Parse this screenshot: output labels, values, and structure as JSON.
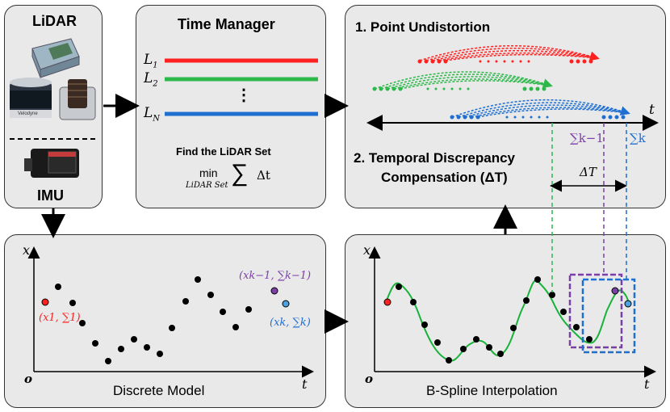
{
  "sensor_panel": {
    "lidar_label": "LiDAR",
    "imu_label": "IMU",
    "velodyne_text": "Velodyne"
  },
  "time_manager": {
    "title": "Time Manager",
    "lines": [
      {
        "label": "L",
        "sub": "1",
        "color": "#ff2020"
      },
      {
        "label": "L",
        "sub": "2",
        "color": "#2db84a"
      },
      {
        "label": "L",
        "sub": "N",
        "color": "#1f6fd1"
      }
    ],
    "ellipsis": "⋮",
    "find_text": "Find the LiDAR Set",
    "min_word": "min",
    "min_sub": "LiDAR Set",
    "sum_sym": "∑",
    "delta_t": "Δt"
  },
  "undistortion": {
    "title1": "1. Point Undistortion",
    "title2a": "2. Temporal Discrepancy",
    "title2b": "Compensation (ΔT)",
    "t_axis": "t",
    "sigma_km1": "∑k−1",
    "sigma_k": "∑k",
    "delta_T": "ΔT"
  },
  "discrete": {
    "label": "Discrete Model",
    "x_axis": "x",
    "t_axis": "t",
    "origin": "o",
    "ann_red": "(x1, ∑1)",
    "ann_purple": "(xk−1, ∑k−1)",
    "ann_blue": "(xk, ∑k)"
  },
  "bspline": {
    "label": "B-Spline Interpolation",
    "x_axis": "x",
    "t_axis": "t",
    "origin": "o"
  },
  "colors": {
    "red": "#ff2020",
    "green": "#2db84a",
    "blue": "#1f6fd1",
    "purple": "#7b3fa8",
    "spline": "#19b23b"
  }
}
